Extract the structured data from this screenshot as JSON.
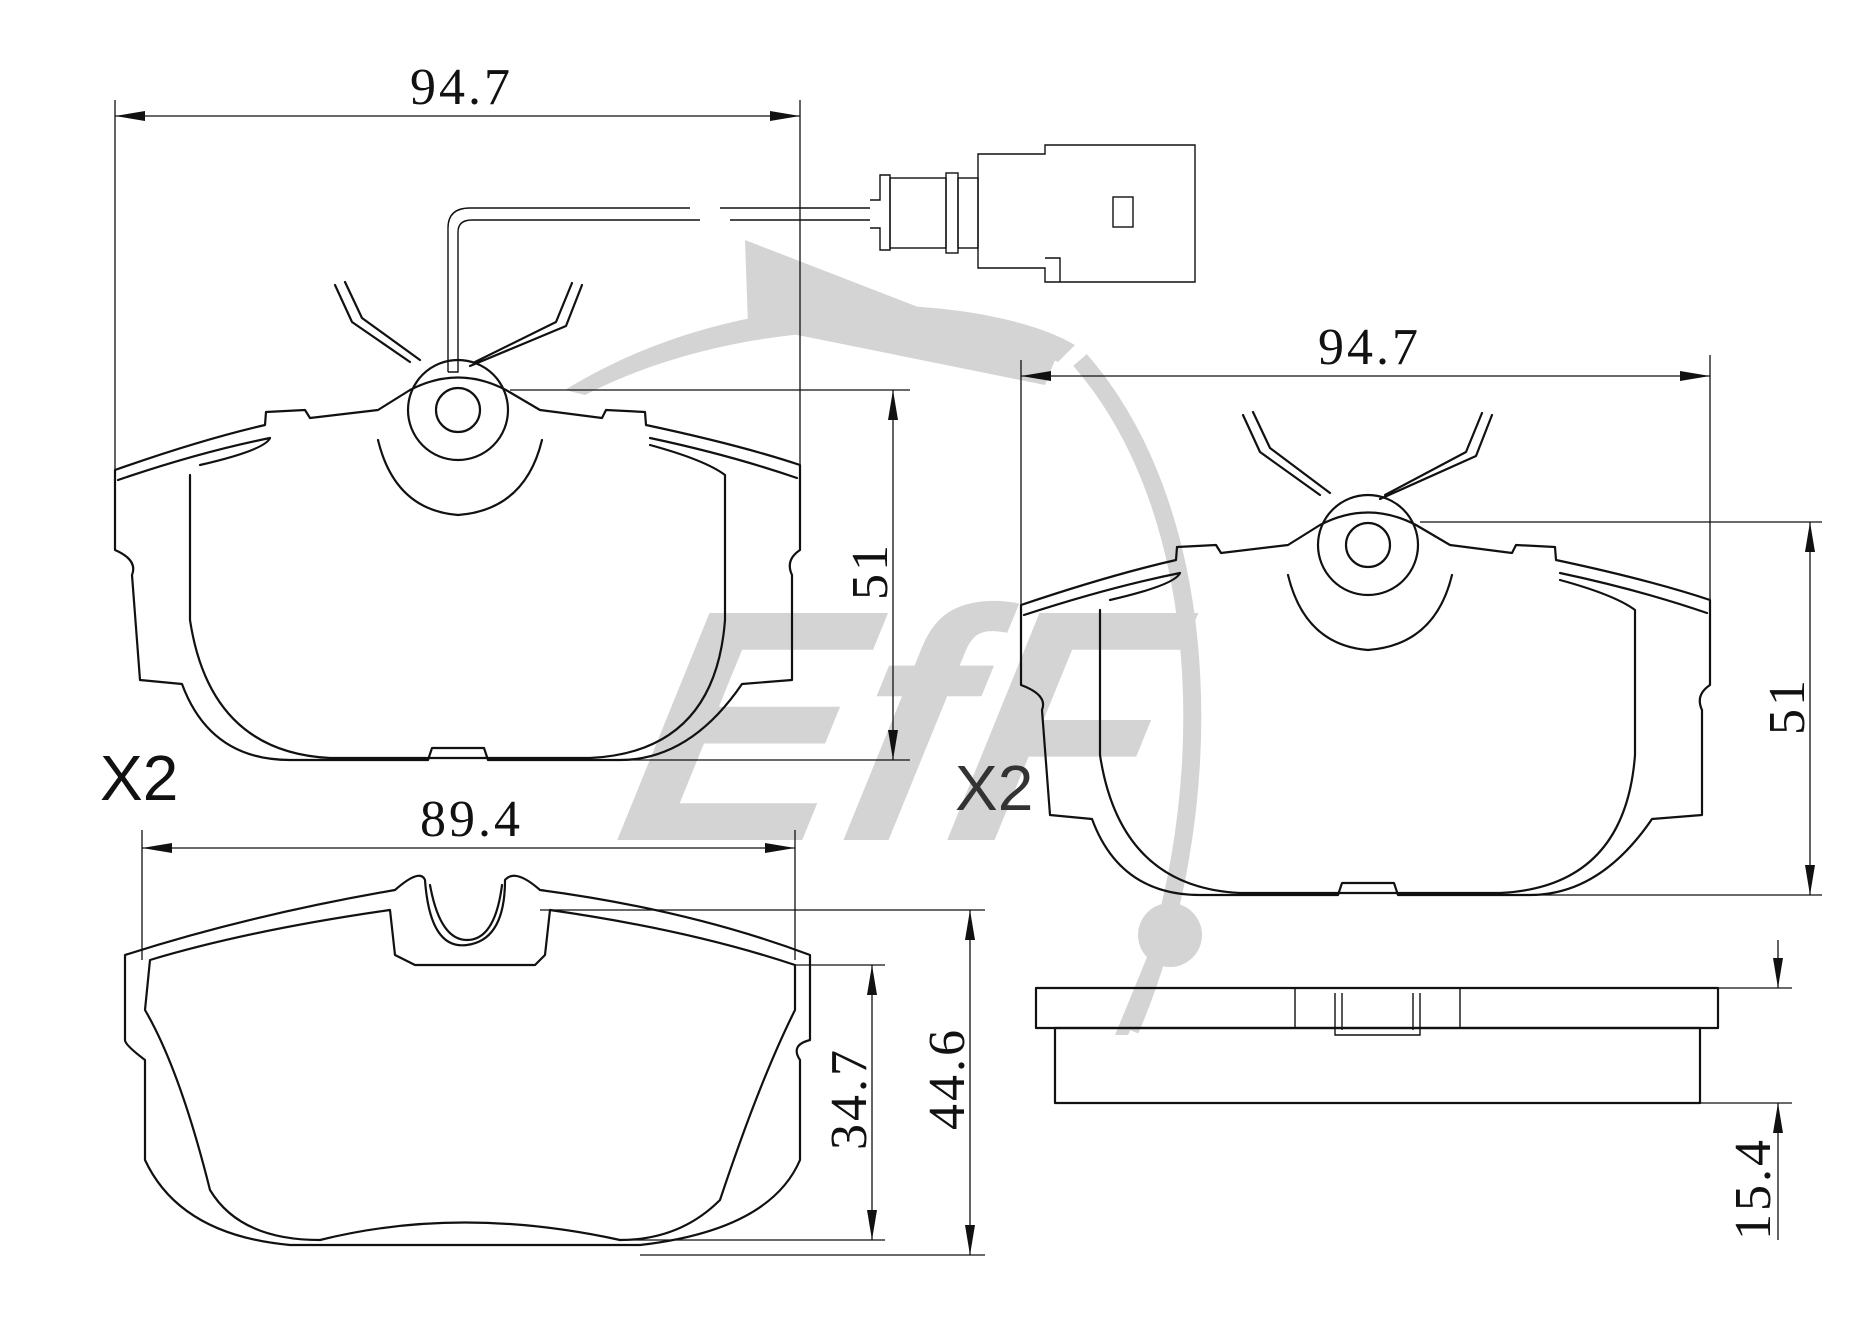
{
  "watermark": {
    "text": "EfF",
    "color": "#d4d4d4"
  },
  "views": {
    "pad_a": {
      "quantity": "X2",
      "width_dim": "94.7",
      "height_dim": "51"
    },
    "pad_b": {
      "quantity": "X2",
      "width_dim": "94.7",
      "height_dim": "51"
    },
    "backing_plate": {
      "width_dim": "89.4",
      "inner_height_dim": "34.7",
      "outer_height_dim": "44.6"
    },
    "side_view": {
      "thickness_dim": "15.4"
    }
  },
  "line_color": "#111111"
}
